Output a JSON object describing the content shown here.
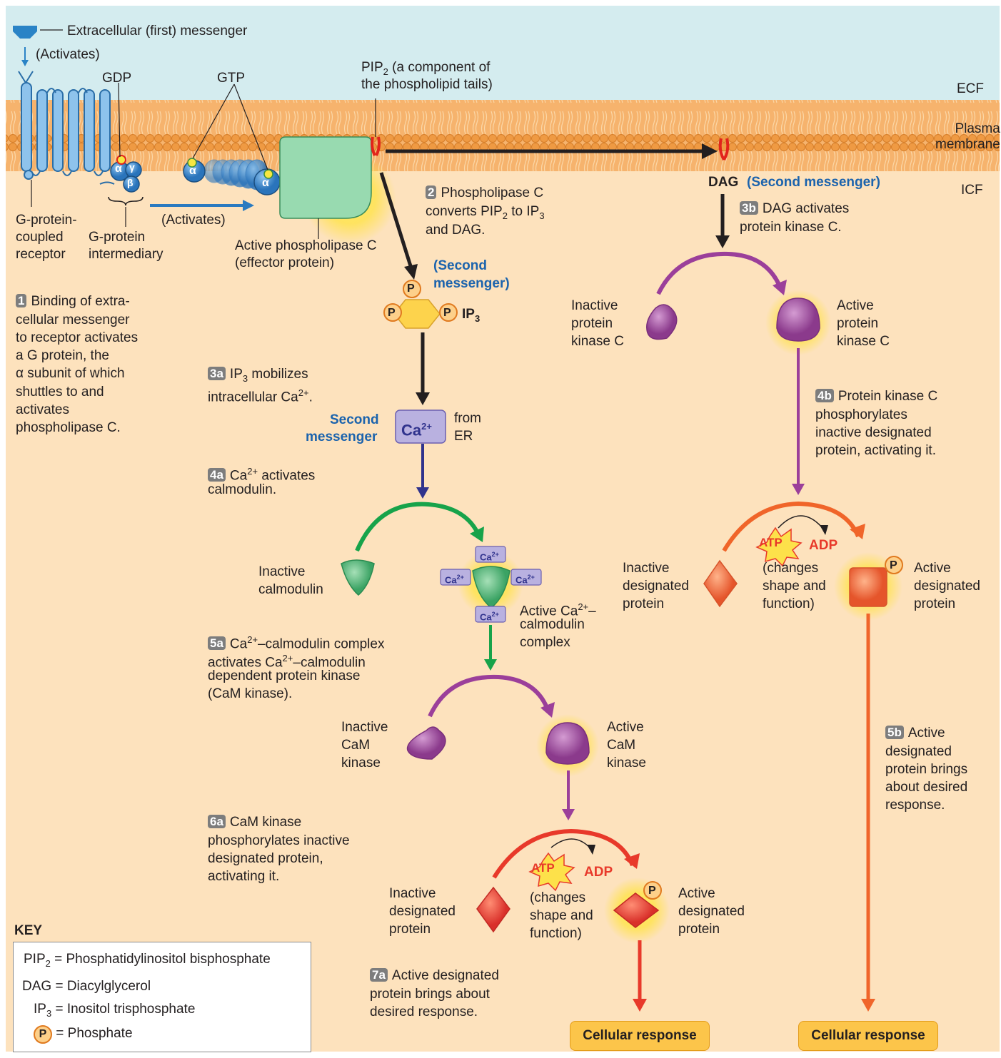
{
  "regions": {
    "ecf": "ECF",
    "membrane": "Plasma\nmembrane",
    "icf": "ICF"
  },
  "labels": {
    "first_messenger": "Extracellular (first) messenger",
    "activates_1": "(Activates)",
    "activates_2": "(Activates)",
    "gdp": "GDP",
    "gtp": "GTP",
    "pip2_a": "PIP",
    "pip2_b": "(a component of",
    "pip2_c": "the phospholipid tails)",
    "receptor": [
      "G-protein-",
      "coupled",
      "receptor"
    ],
    "g_protein": [
      "G-protein",
      "intermediary"
    ],
    "phospholipase": [
      "Active phospholipase C",
      "(effector protein)"
    ],
    "dag": "DAG",
    "second_messenger_dag": "(Second messenger)",
    "second_messenger_ip3": [
      "(Second",
      "messenger)"
    ],
    "ip3": "IP",
    "second_messenger_ca": [
      "Second",
      "messenger"
    ],
    "ca_box": "Ca",
    "from_er": [
      "from",
      "ER"
    ],
    "inactive_pkc": [
      "Inactive",
      "protein",
      "kinase C"
    ],
    "active_pkc": [
      "Active",
      "protein",
      "kinase C"
    ],
    "inactive_calmodulin": [
      "Inactive",
      "calmodulin"
    ],
    "active_ca_calmodulin": [
      "Active Ca",
      "–",
      "calmodulin",
      "complex"
    ],
    "inactive_cam": [
      "Inactive",
      "CaM",
      "kinase"
    ],
    "active_cam": [
      "Active",
      "CaM",
      "kinase"
    ],
    "inactive_designated_right": [
      "Inactive",
      "designated",
      "protein"
    ],
    "active_designated_right": [
      "Active",
      "designated",
      "protein"
    ],
    "inactive_designated_bottom": [
      "Inactive",
      "designated",
      "protein"
    ],
    "active_designated_bottom": [
      "Active",
      "designated",
      "protein"
    ],
    "atp": "ATP",
    "adp": "ADP",
    "changes": [
      "(changes",
      "shape and",
      "function)"
    ],
    "phosphate": "P",
    "alpha": "α",
    "beta": "β",
    "gamma": "γ",
    "cellular_response": "Cellular response"
  },
  "steps": {
    "s1": {
      "badge": "1",
      "lines": [
        "Binding of extra-",
        "cellular messenger",
        "to receptor activates",
        "a G protein, the",
        "α subunit of which",
        "shuttles to and",
        "activates",
        "phospholipase C."
      ]
    },
    "s2": {
      "badge": "2",
      "lines": [
        "Phospholipase C",
        "converts PIP",
        "to IP",
        "and DAG."
      ]
    },
    "s3a": {
      "badge": "3a",
      "line1": "IP",
      "line1b": "mobilizes",
      "line2": "intracellular Ca",
      "line2b": "."
    },
    "s3b": {
      "badge": "3b",
      "lines": [
        "DAG activates",
        "protein kinase C."
      ]
    },
    "s4a": {
      "badge": "4a",
      "line1": "Ca",
      "line1b": "activates",
      "line2": "calmodulin."
    },
    "s4b": {
      "badge": "4b",
      "lines": [
        "Protein kinase C",
        "phosphorylates",
        "inactive designated",
        "protein, activating it."
      ]
    },
    "s5a": {
      "badge": "5a",
      "line1a": "Ca",
      "line1b": "–calmodulin complex",
      "line2a": "activates Ca",
      "line2b": "–calmodulin",
      "line3": "dependent protein kinase",
      "line4": "(CaM kinase)."
    },
    "s5b": {
      "badge": "5b",
      "lines": [
        "Active",
        "designated",
        "protein brings",
        "about desired",
        "response."
      ]
    },
    "s6a": {
      "badge": "6a",
      "lines": [
        "CaM kinase",
        "phosphorylates inactive",
        "designated protein,",
        "activating it."
      ]
    },
    "s7a": {
      "badge": "7a",
      "lines": [
        "Active designated",
        "protein brings about",
        "desired response."
      ]
    }
  },
  "sub_sup": {
    "sub2": "2",
    "sub3": "3",
    "sup2plus": "2+"
  },
  "key": {
    "title": "KEY",
    "pip2": {
      "abbr": "PIP",
      "sub": "2",
      "def": " = Phosphatidylinositol bisphosphate"
    },
    "dag": {
      "abbr": "DAG",
      "def": " = Diacylglycerol"
    },
    "ip3": {
      "abbr": "IP",
      "sub": "3",
      "def": " = Inositol trisphosphate"
    },
    "p": {
      "abbr": "P",
      "def": " = Phosphate"
    }
  },
  "colors": {
    "ecf": "#d4ecef",
    "icf": "#fde2bd",
    "membrane": "#f6a85f",
    "purple": "#9b3f9a",
    "green": "#17a34a",
    "orange": "#f0652a",
    "red": "#e8392a",
    "navy": "#30338d",
    "blue": "#1b6fb5"
  }
}
